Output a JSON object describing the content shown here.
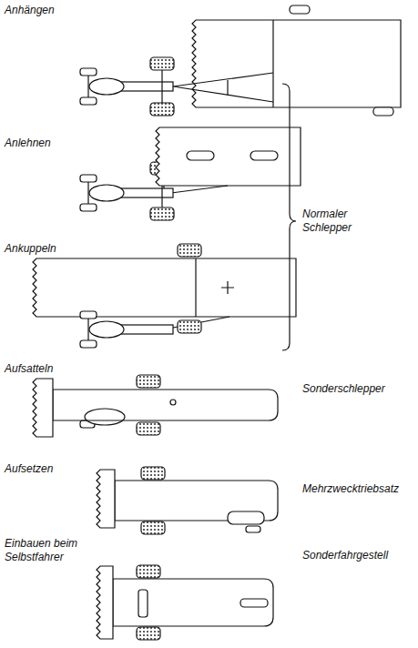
{
  "diagram": {
    "labels": [
      "Anhängen",
      "Anlehnen",
      "Ankuppeln",
      "Normaler Schlepper",
      "Aufsatteln",
      "Sonderschlepper",
      "Aufsetzen",
      "Mehrzwecktriebsatz",
      "Einbauen beim Selbstfahrer",
      "Sonderfahrgestell"
    ]
  }
}
